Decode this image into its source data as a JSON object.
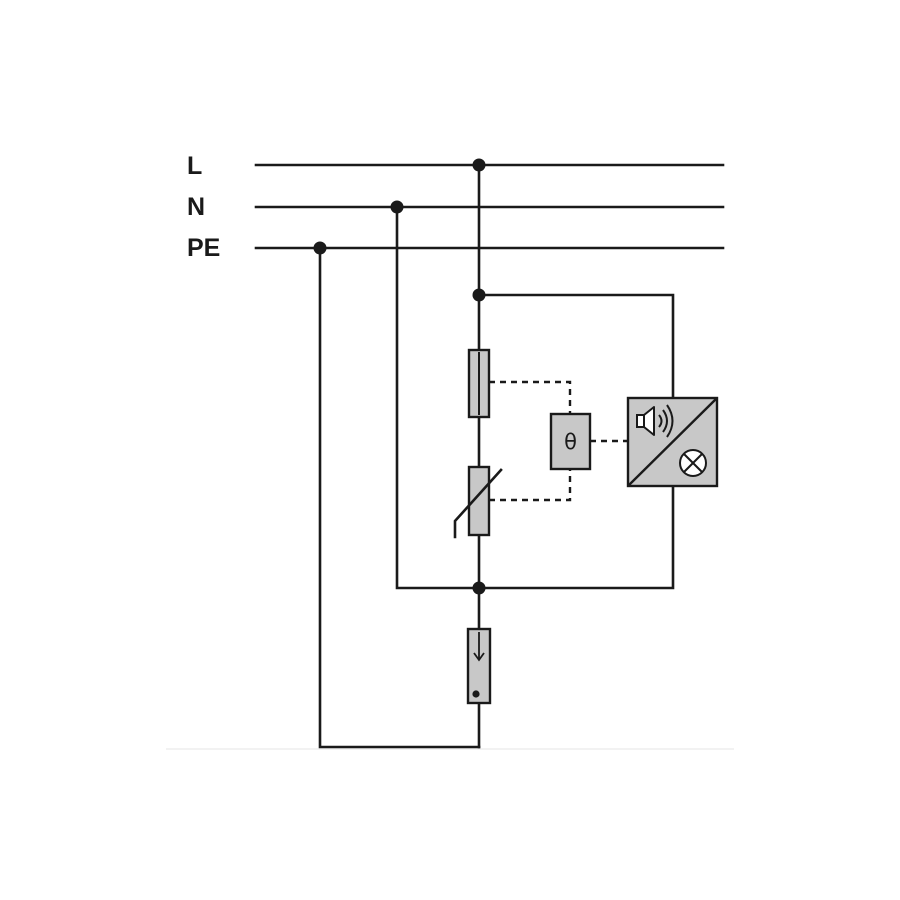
{
  "conductors": {
    "line": "L",
    "neutral": "N",
    "protective_earth": "PE"
  },
  "components": {
    "thermal_disconnector_symbol": "θ"
  },
  "icons": {
    "signal": [
      "speaker-icon",
      "indicator-lamp-icon"
    ],
    "colors": {
      "component_fill": "#c8c8c8",
      "line": "#1a1a1a"
    }
  }
}
